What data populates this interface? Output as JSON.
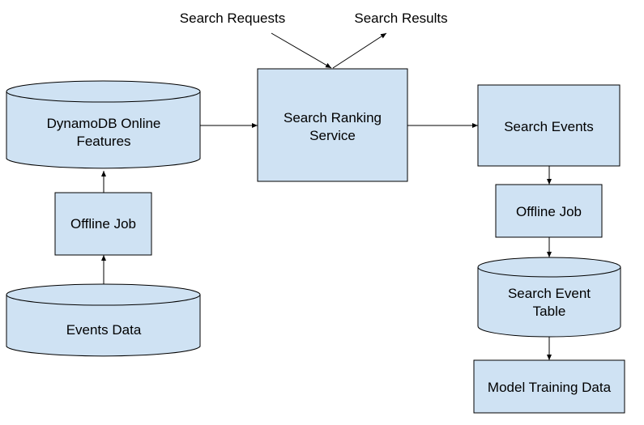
{
  "diagram": {
    "fill_color": "#cfe2f3",
    "stroke_color": "#000000",
    "io": {
      "requests_label": "Search Requests",
      "results_label": "Search Results"
    },
    "nodes": {
      "dynamodb": {
        "line1": "DynamoDB Online",
        "line2": "Features",
        "shape": "cylinder"
      },
      "offline_job_left": {
        "label": "Offline Job",
        "shape": "rectangle"
      },
      "events_data": {
        "label": "Events Data",
        "shape": "cylinder"
      },
      "ranking_service": {
        "line1": "Search Ranking",
        "line2": "Service",
        "shape": "rectangle"
      },
      "search_events": {
        "label": "Search Events",
        "shape": "rectangle"
      },
      "offline_job_right": {
        "label": "Offline Job",
        "shape": "rectangle"
      },
      "event_table": {
        "line1": "Search Event",
        "line2": "Table",
        "shape": "cylinder"
      },
      "training_data": {
        "label": "Model Training Data",
        "shape": "rectangle"
      }
    },
    "edges": [
      {
        "from": "events_data",
        "to": "offline_job_left"
      },
      {
        "from": "offline_job_left",
        "to": "dynamodb"
      },
      {
        "from": "dynamodb",
        "to": "ranking_service"
      },
      {
        "from": "requests",
        "to": "ranking_service"
      },
      {
        "from": "ranking_service",
        "to": "results"
      },
      {
        "from": "ranking_service",
        "to": "search_events"
      },
      {
        "from": "search_events",
        "to": "offline_job_right"
      },
      {
        "from": "offline_job_right",
        "to": "event_table"
      },
      {
        "from": "event_table",
        "to": "training_data"
      }
    ]
  }
}
